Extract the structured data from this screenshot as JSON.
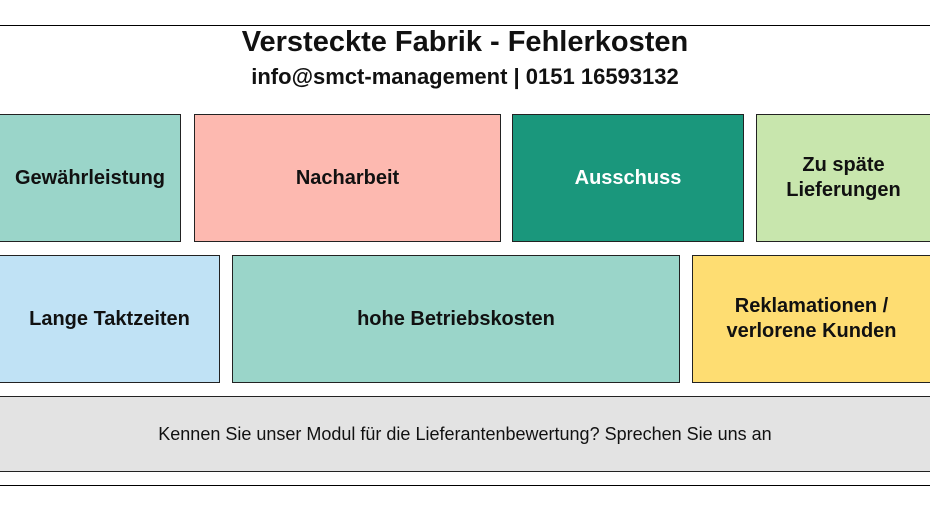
{
  "header": {
    "title": "Versteckte Fabrik - Fehlerkosten",
    "contact": "info@smct-management | 0151 16593132"
  },
  "boxes": [
    {
      "label": "Gewährleistung",
      "color": "#9ad5c9"
    },
    {
      "label": "Nacharbeit",
      "color": "#fdb9b0"
    },
    {
      "label": "Ausschuss",
      "color": "#1a977c"
    },
    {
      "label": "Zu späte Lieferungen",
      "color": "#c8e6ad"
    },
    {
      "label": "Lange Taktzeiten",
      "color": "#c0e2f5"
    },
    {
      "label": "hohe Betriebskosten",
      "color": "#9ad5c9"
    },
    {
      "label_line1": "Reklamationen /",
      "label_line2": "verlorene Kunden",
      "color": "#fedd72"
    }
  ],
  "banner": {
    "text": "Kennen Sie unser Modul für die Lieferantenbewertung? Sprechen Sie uns an",
    "color": "#e3e3e3"
  }
}
